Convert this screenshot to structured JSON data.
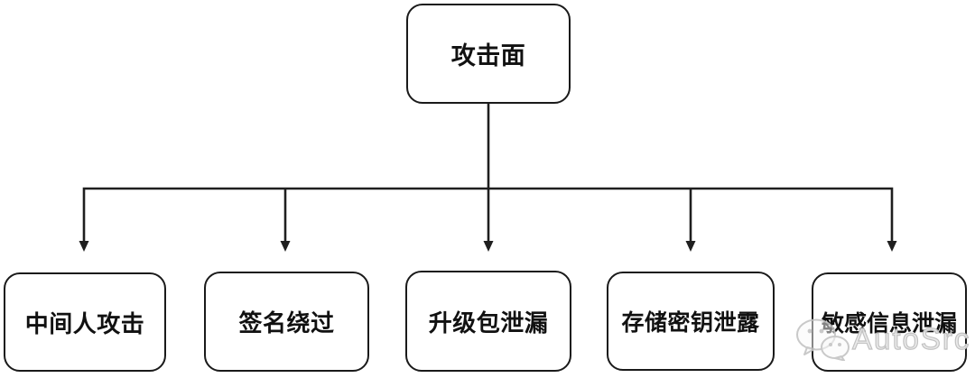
{
  "diagram": {
    "root": {
      "label": "攻击面"
    },
    "children": [
      {
        "label": "中间人攻击"
      },
      {
        "label": "签名绕过"
      },
      {
        "label": "升级包泄漏"
      },
      {
        "label": "存储密钥泄露"
      },
      {
        "label": "敏感信息泄漏"
      }
    ]
  },
  "watermark": {
    "label": "AutoSrc",
    "icon": "wechat-logo-icon"
  },
  "colors": {
    "line": "#1f1f1f",
    "box_border": "#1a1a1a",
    "box_background": "#ffffff",
    "text": "#111111",
    "page_background": "#ffffff",
    "watermark": "#c8c8c8"
  }
}
